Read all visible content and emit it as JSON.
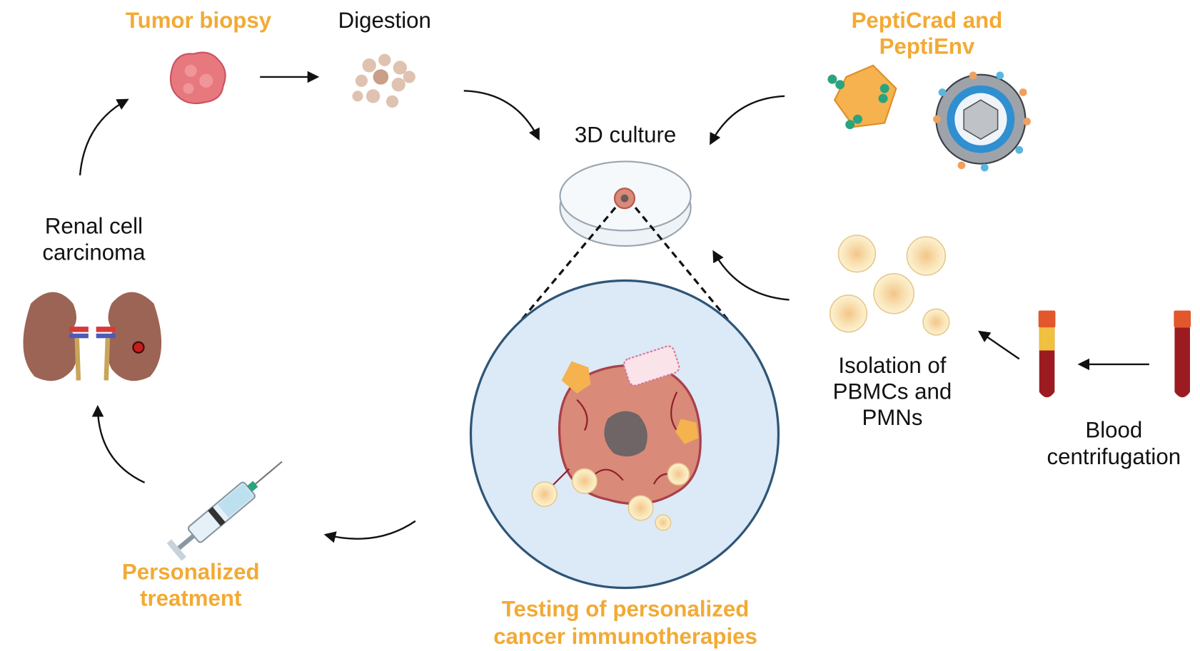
{
  "labels": {
    "tumor_biopsy": "Tumor biopsy",
    "digestion": "Digestion",
    "pepticrad_line1": "PeptiCrad and",
    "pepticrad_line2": "PeptiEnv",
    "culture_3d": "3D culture",
    "renal_line1": "Renal cell",
    "renal_line2": "carcinoma",
    "isolation_line1": "Isolation of",
    "isolation_line2": "PBMCs and",
    "isolation_line3": "PMNs",
    "blood_line1": "Blood",
    "blood_line2": "centrifugation",
    "treatment_line1": "Personalized",
    "treatment_line2": "treatment",
    "testing_line1": "Testing of personalized",
    "testing_line2": "cancer immunotherapies"
  },
  "colors": {
    "highlight_text": "#f2aa35",
    "body_text": "#111111",
    "zoom_circle_fill": "#dce9f6",
    "zoom_circle_stroke": "#2e5577",
    "tumor": "#d98a78",
    "kidney": "#9c6454",
    "blood": "#9b1b20"
  }
}
